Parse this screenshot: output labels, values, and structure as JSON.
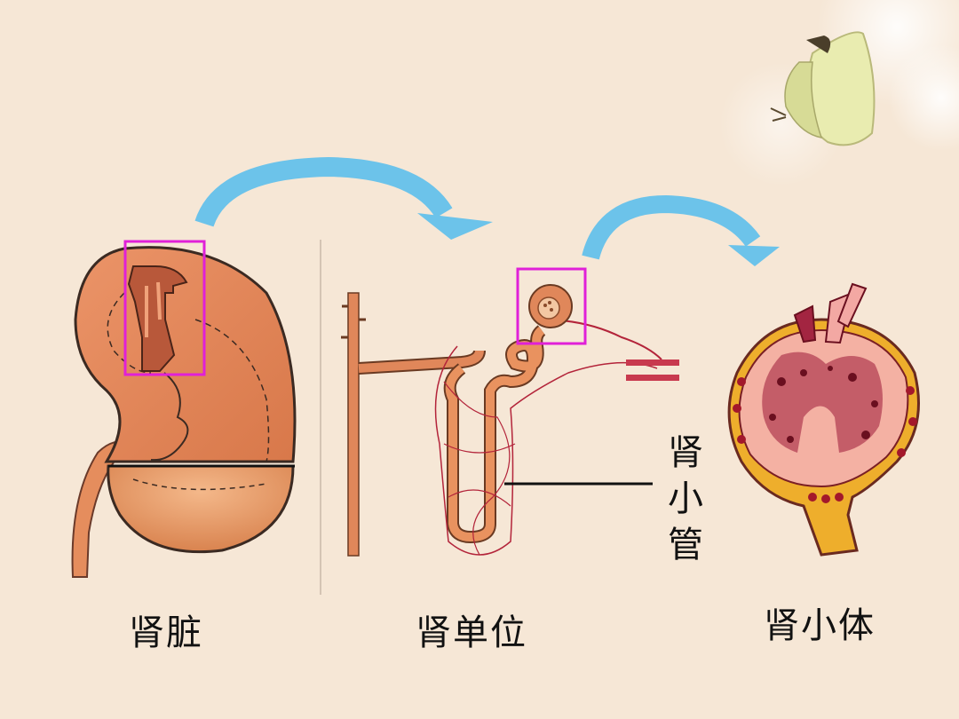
{
  "labels": {
    "kidney": "肾脏",
    "nephron": "肾单位",
    "renal_corpuscle": "肾小体",
    "tubule_chars": [
      "肾",
      "小",
      "管"
    ]
  },
  "colors": {
    "background": "#f6e7d6",
    "arrow": "#6cc3ea",
    "highlight_box": "#e020d8",
    "tissue_orange": "#e0875a",
    "vessel_red": "#b3243a"
  }
}
